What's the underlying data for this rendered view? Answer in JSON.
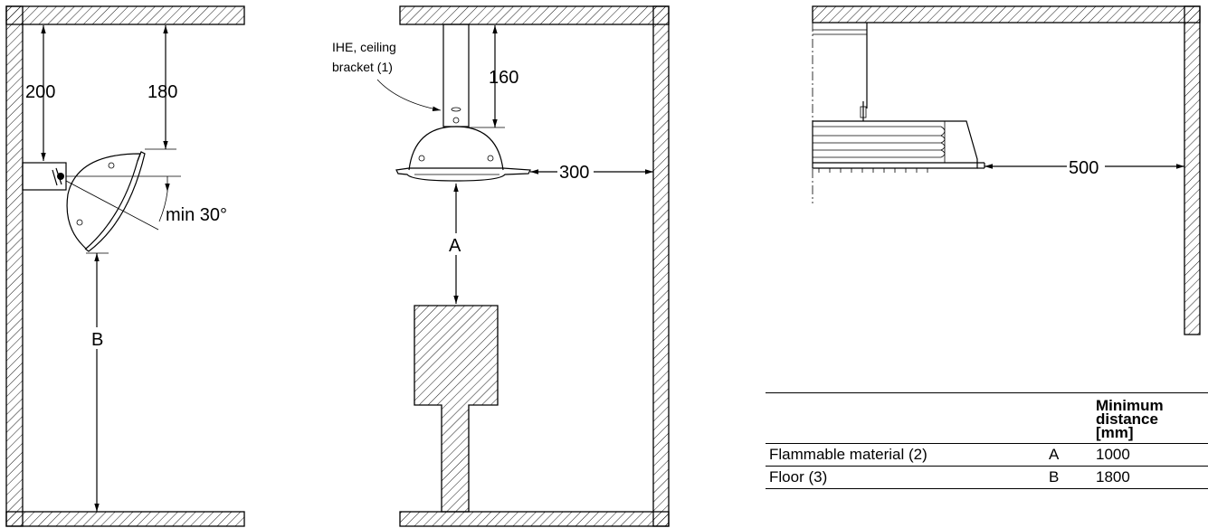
{
  "labels": {
    "left_200": "200",
    "left_180": "180",
    "angle": "min 30°",
    "left_B": "B",
    "center_callout_line1": "IHE, ceiling",
    "center_callout_line2": "bracket (1)",
    "center_160": "160",
    "center_300": "300",
    "center_A": "A",
    "right_500": "500"
  },
  "table": {
    "header": {
      "item": "",
      "code": "",
      "min_line1": "Minimum",
      "min_line2": "distance",
      "min_line3": "[mm]"
    },
    "rows": [
      {
        "item": "Flammable material (2)",
        "code": "A",
        "value": "1000"
      },
      {
        "item": "Floor (3)",
        "code": "B",
        "value": "1800"
      }
    ]
  }
}
